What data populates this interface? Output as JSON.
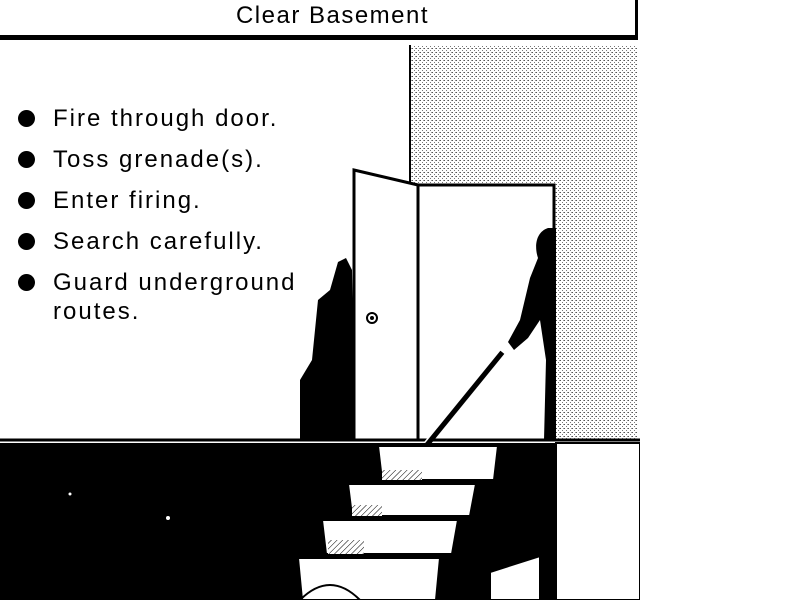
{
  "title": "Clear Basement",
  "bullets": [
    {
      "text": "Fire through door."
    },
    {
      "text": "Toss grenade(s)."
    },
    {
      "text": "Enter firing."
    },
    {
      "text": "Search carefully."
    },
    {
      "text": "Guard underground\nroutes."
    }
  ],
  "colors": {
    "ink": "#000000",
    "paper": "#ffffff",
    "stipple": "#b9b9b9"
  }
}
